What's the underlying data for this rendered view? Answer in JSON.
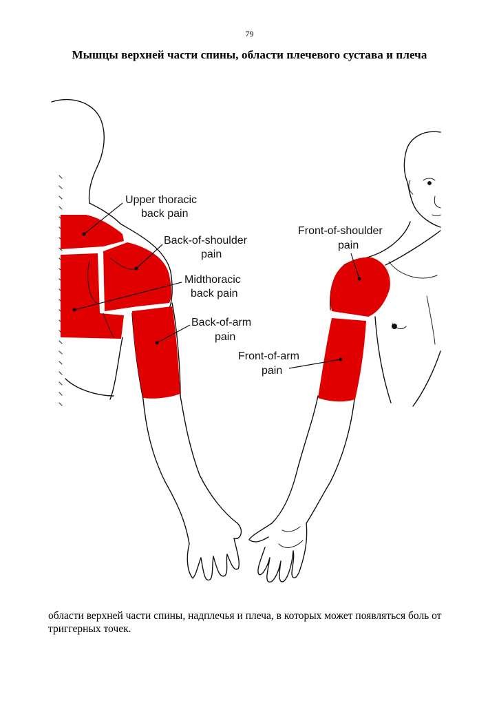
{
  "page": {
    "number": "79",
    "title": "Мышцы верхней части спины, области плечевого сустава и плеча",
    "caption": "области верхней части спины, надплечья и плеча, в которых может появляться боль от триггерных точек."
  },
  "figure": {
    "zone_color": "#e00000",
    "labels": {
      "upper_thoracic_1": "Upper thoracic",
      "upper_thoracic_2": "back pain",
      "back_shoulder_1": "Back-of-shoulder",
      "back_shoulder_2": "pain",
      "midthoracic_1": "Midthoracic",
      "midthoracic_2": "back pain",
      "back_arm_1": "Back-of-arm",
      "back_arm_2": "pain",
      "front_shoulder_1": "Front-of-shoulder",
      "front_shoulder_2": "pain",
      "front_arm_1": "Front-of-arm",
      "front_arm_2": "pain"
    }
  }
}
